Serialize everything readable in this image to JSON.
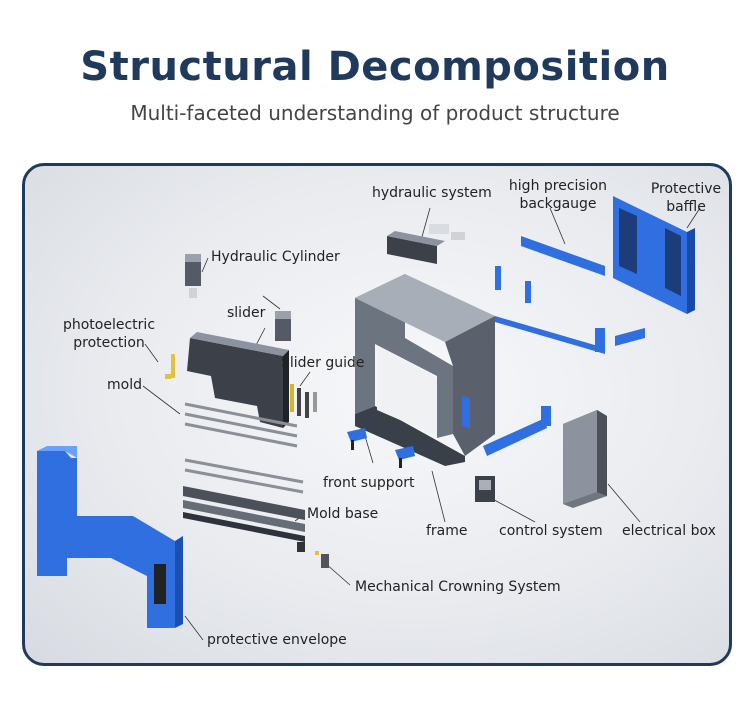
{
  "header": {
    "title": "Structural Decomposition",
    "subtitle": "Multi-faceted understanding of product structure"
  },
  "labels": {
    "hydraulic_system": "hydraulic system",
    "backgauge_1": "high precision",
    "backgauge_2": "backgauge",
    "baffle_1": "Protective",
    "baffle_2": "baffle",
    "hydraulic_cylinder": "Hydraulic Cylinder",
    "slider": "slider",
    "photo_1": "photoelectric",
    "photo_2": "protection",
    "slider_guide": "Slider guide",
    "mold": "mold",
    "front_support": "front support",
    "mold_base": "Mold base",
    "frame": "frame",
    "control_system": "control system",
    "electrical_box": "electrical box",
    "crowning": "Mechanical Crowning System",
    "envelope": "protective envelope"
  },
  "colors": {
    "accent": "#1f3a5c",
    "part_blue": "#2f6fe0",
    "frame_gray": "#6c7480"
  }
}
